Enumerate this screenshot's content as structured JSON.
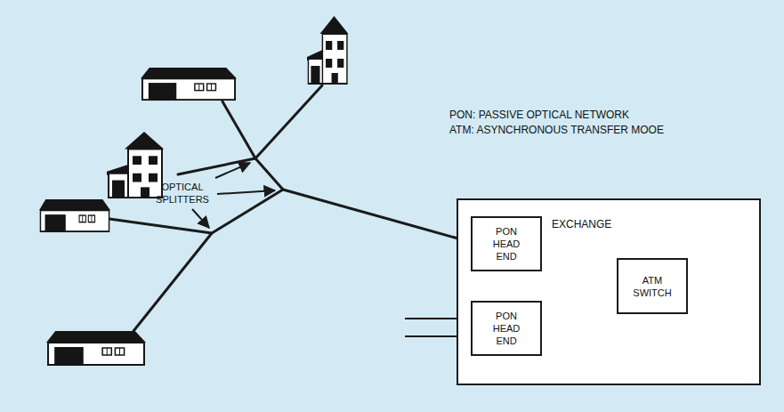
{
  "diagram": {
    "nodes": [
      {
        "text": [
          "EXCHANGE"
        ]
      },
      {
        "text": [
          "PON HEAD END"
        ],
        "in": 0
      },
      {
        "text": [
          "PON HEAD END"
        ],
        "in": 0
      },
      {
        "text": [
          "ATM SWITCH"
        ],
        "in": 0
      }
    ],
    "edges": [
      {
        "from": 1,
        "to": 3,
        "arrow": "none"
      },
      {
        "from": 2,
        "to": 3,
        "arrow": "none"
      }
    ],
    "labels": [
      "OPTICAL SPLITTERS",
      "PON: PASSIVE OPTICAL NETWORK",
      "ATM: ASYNCHRONOUS TRANSFER MOOE"
    ]
  }
}
